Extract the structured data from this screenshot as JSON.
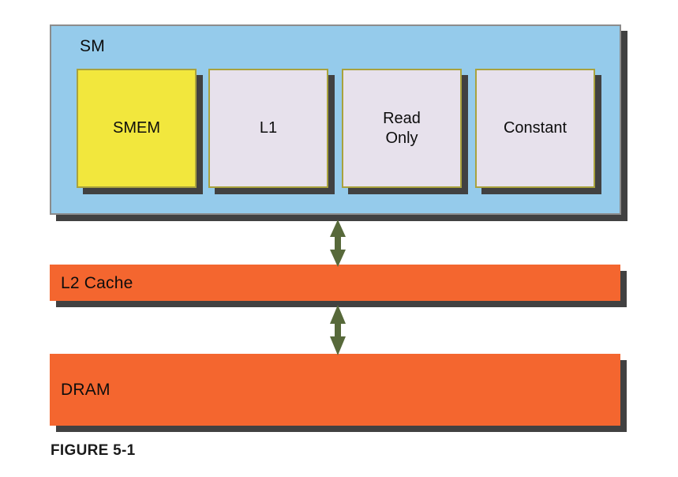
{
  "figure": {
    "caption": "FIGURE 5-1"
  },
  "sm": {
    "label": "SM",
    "fill_color": "#95CBEB",
    "border_color": "#8C8C8C",
    "shadow_color": "#414141",
    "memories": [
      {
        "label": "SMEM",
        "name": "smem",
        "fill_color": "#F2E73D",
        "border_color": "#A9A23D"
      },
      {
        "label": "L1",
        "name": "l1",
        "fill_color": "#E7E1EC",
        "border_color": "#A9A23D"
      },
      {
        "label": "Read\nOnly",
        "name": "readonly",
        "fill_color": "#E7E1EC",
        "border_color": "#A9A23D"
      },
      {
        "label": "Constant",
        "name": "constant",
        "fill_color": "#E7E1EC",
        "border_color": "#A9A23D"
      }
    ]
  },
  "bars": [
    {
      "label": "L2 Cache",
      "name": "l2-cache",
      "fill_color": "#F4662F"
    },
    {
      "label": "DRAM",
      "name": "dram",
      "fill_color": "#F4662F"
    }
  ],
  "arrows": [
    {
      "name": "sm-to-l2",
      "style": "double-headed-vertical",
      "color": "#57693A"
    },
    {
      "name": "l2-to-dram",
      "style": "double-headed-vertical",
      "color": "#57693A"
    }
  ],
  "colors": {
    "background": "#FFFFFF",
    "sm_blue": "#95CBEB",
    "smem_yellow": "#F2E73D",
    "cache_lavender": "#E7E1EC",
    "memory_orange": "#F4662F",
    "arrow_green": "#57693A",
    "shadow_grey": "#414141",
    "olive_border": "#A9A23D"
  }
}
